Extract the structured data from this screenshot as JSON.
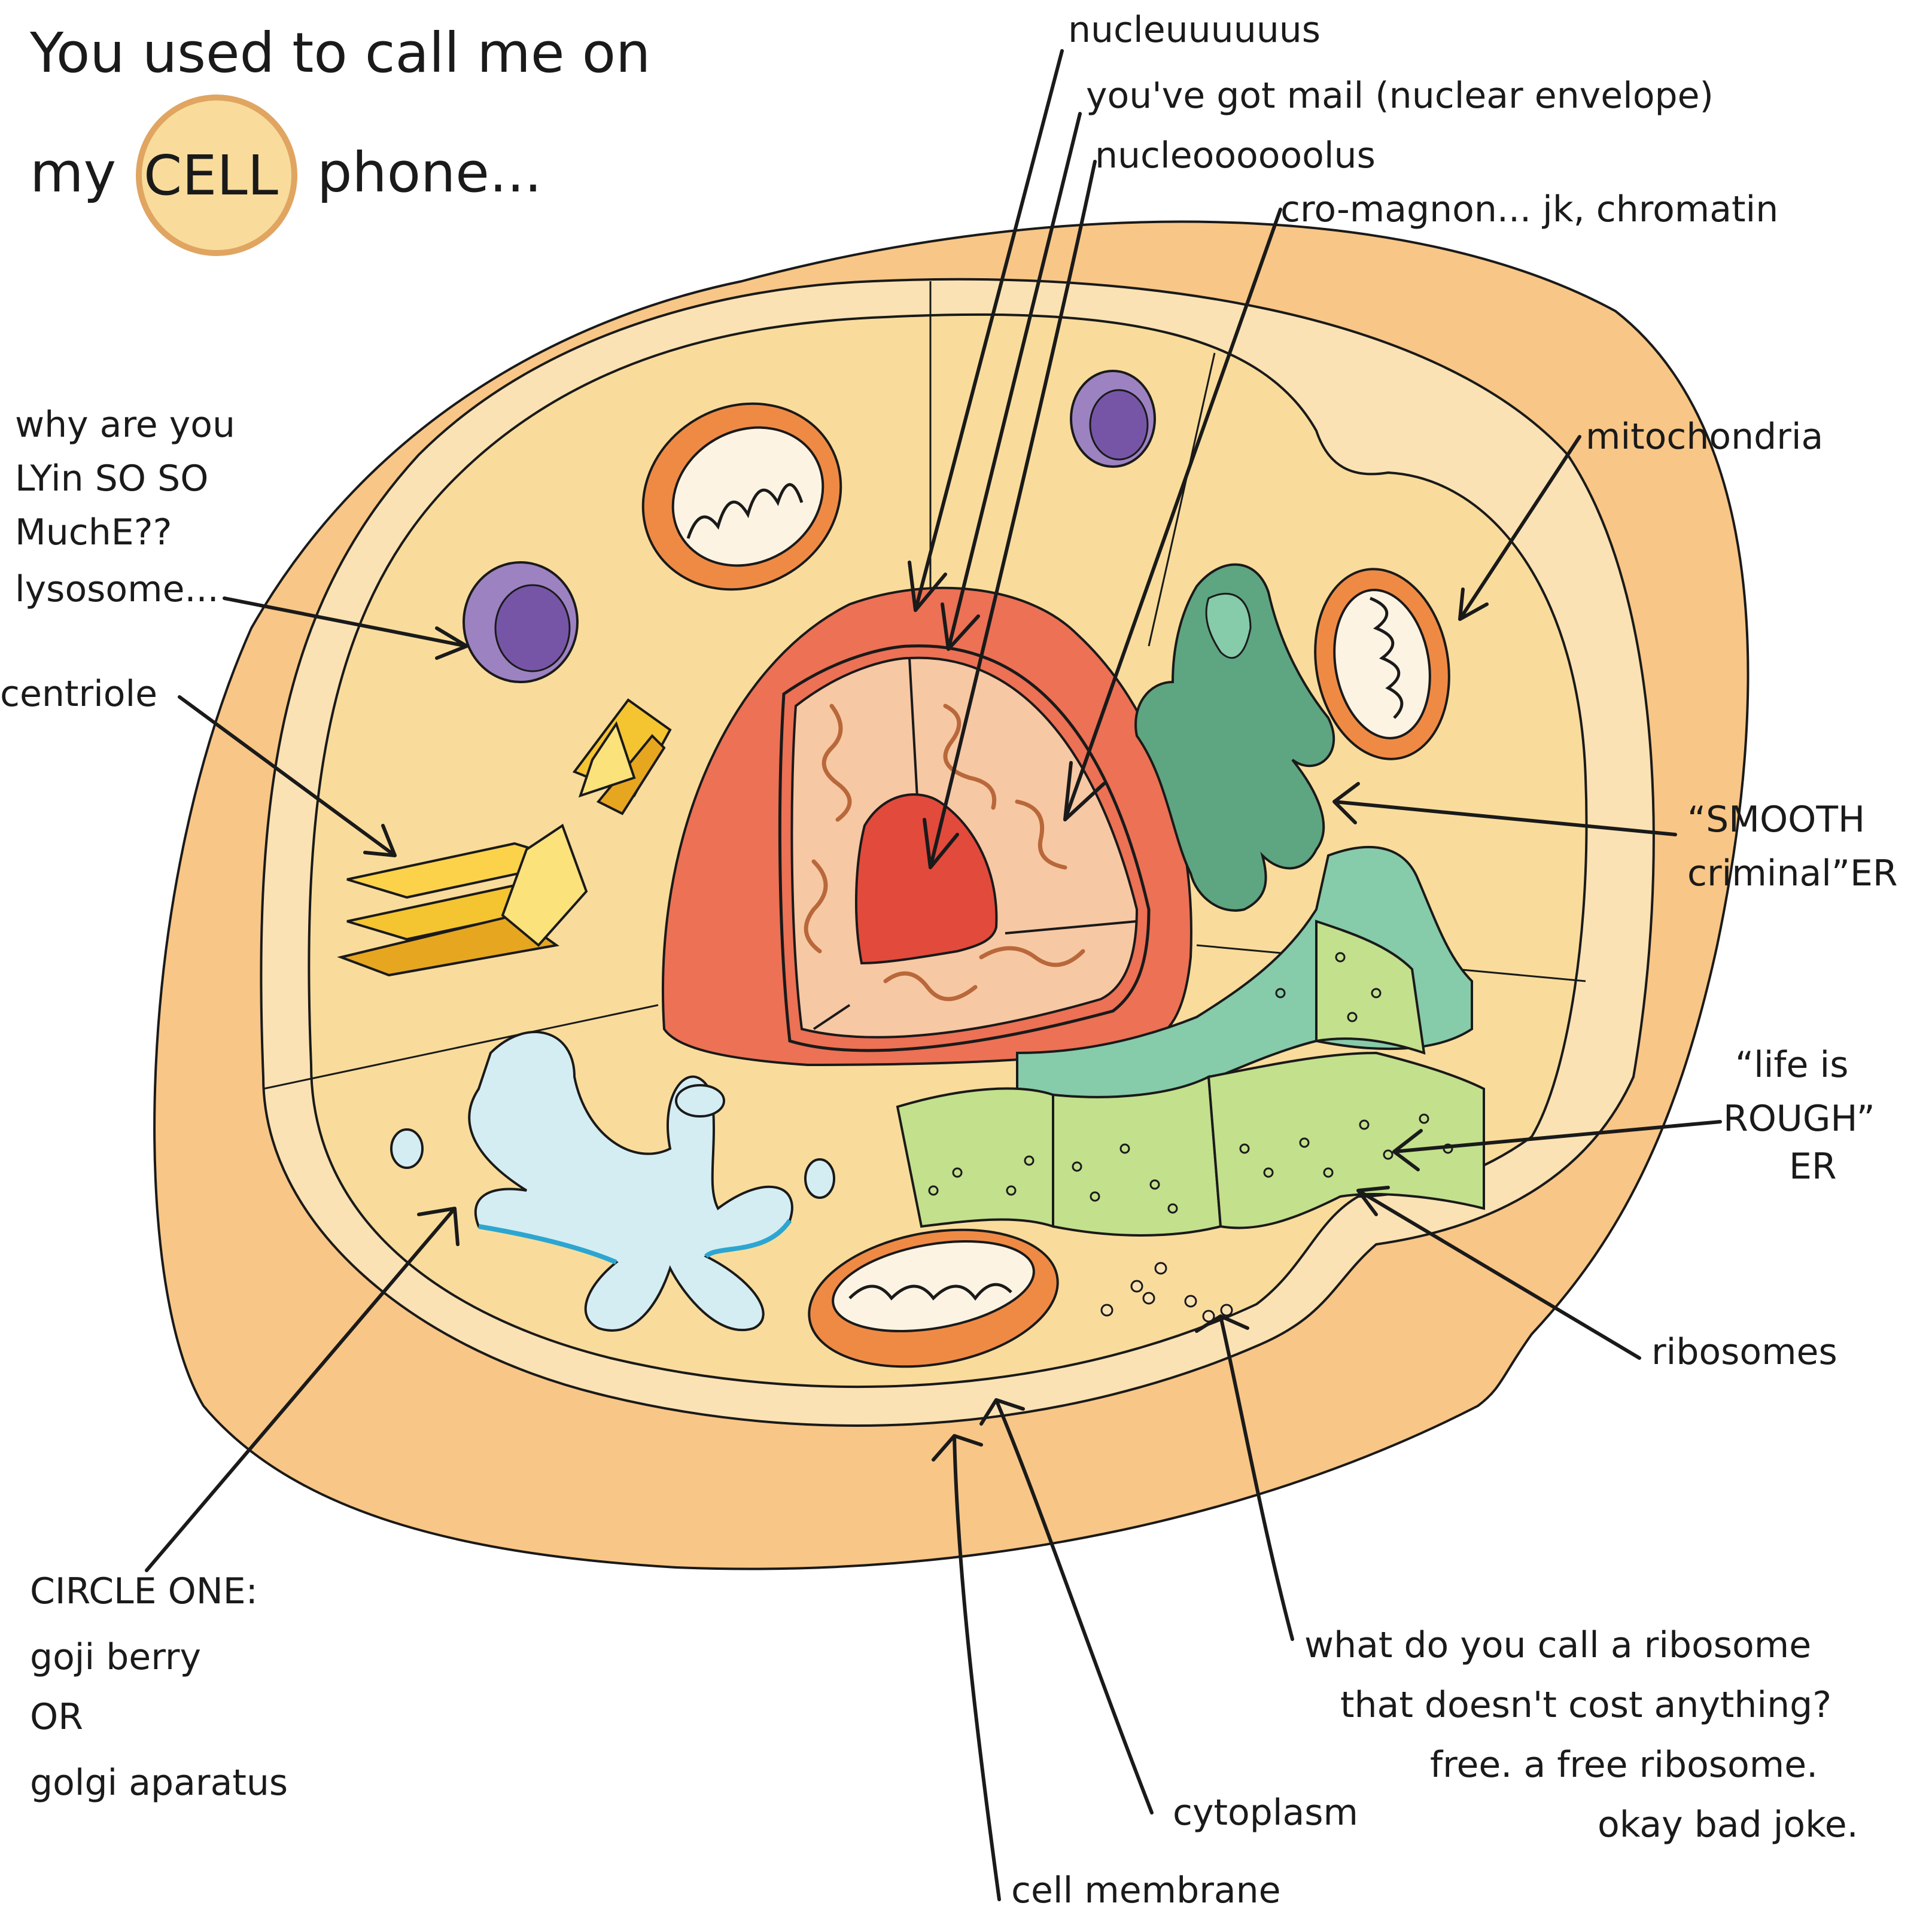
{
  "title": {
    "line1": "You used to call me on",
    "line2_before": "my",
    "line2_circled": "CELL",
    "line2_after": "phone..."
  },
  "labels": {
    "nucleus": "nucleuuuuuus",
    "nuclear_envelope": "you've got mail (nuclear envelope)",
    "nucleolus": "nucleoooooolus",
    "chromatin": "cro-magnon... jk, chromatin",
    "lysosome": [
      "why are you",
      "LYin SO SO",
      "MuchE??",
      "lysosome..."
    ],
    "centriole": "centriole",
    "mitochondria": "mitochondria",
    "smooth_er": [
      "“SMOOTH",
      "criminal”ER"
    ],
    "rough_er": [
      "“life is",
      "ROUGH”",
      "ER"
    ],
    "ribosomes": "ribosomes",
    "golgi": [
      "CIRCLE ONE:",
      "goji berry",
      "OR",
      "golgi aparatus"
    ],
    "joke": [
      "what do you call a ribosome",
      "that doesn't cost anything?",
      "free. a free ribosome.",
      "okay bad joke."
    ],
    "cytoplasm": "cytoplasm",
    "cell_membrane": "cell membrane"
  },
  "colors": {
    "outer_cell": "#f8c686",
    "membrane_band": "#fbe2b4",
    "cytoplasm": "#f9dc9b",
    "nucleus_outer": "#ec7155",
    "nucleus_inner": "#f7c8a4",
    "nucleolus": "#e24a3c",
    "chromatin": "#e8a06a",
    "lysosome": "#9d82c2",
    "lysosome_core": "#7655a6",
    "mitochondria": "#ef8a45",
    "mito_inner": "#fdf3e3",
    "centriole": "#f4c431",
    "smooth_er": "#5ea581",
    "rough_er": "#c3e08c",
    "rough_er_top": "#86cbaa",
    "golgi": "#d4edf3",
    "golgi_edge": "#2ca6d1"
  }
}
